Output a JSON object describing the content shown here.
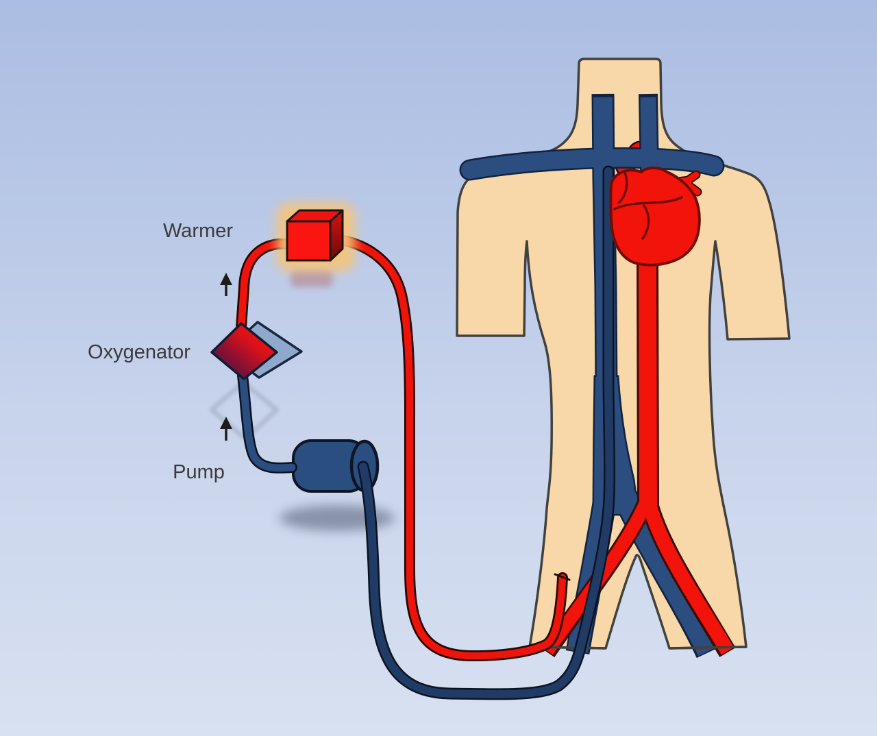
{
  "figure": {
    "type": "medical-diagram",
    "subject": "Extracorporeal circulation (ECMO) circuit connected to a human torso: venous blood drained from the femoral vein travels to the pump, oxygenator and warmer, then returns to the femoral artery",
    "labels": {
      "warmer": "Warmer",
      "oxygenator": "Oxygenator",
      "pump": "Pump"
    },
    "flow_arrows": [
      {
        "name": "pump-to-oxygenator",
        "direction": "up"
      },
      {
        "name": "oxygenator-to-warmer",
        "direction": "up"
      }
    ],
    "components": [
      "torso-silhouette",
      "heart",
      "jugular-veins",
      "subclavian-vein",
      "vena-cava",
      "aorta",
      "iliac-vessels",
      "venous-drainage-cannula",
      "arterial-return-cannula",
      "pump",
      "oxygenator",
      "warmer"
    ],
    "colors": {
      "background_top": "#abbde2",
      "background_bottom": "#d8e1f1",
      "skin": "#f8d8a8",
      "body_outline": "#41413f",
      "vein_blue": "#2b4d7f",
      "cannula_blue": "#203c66",
      "artery_red": "#f2130b",
      "tube_red": "#ee140c",
      "warmer_red": "#fb1510",
      "warmer_glow": "#f7c478",
      "oxygenator_blue": "#8fa9cd",
      "pump_blue": "#2a4e80",
      "label_text": "#3a3a3a",
      "arrow_black": "#1c1c1c"
    }
  }
}
